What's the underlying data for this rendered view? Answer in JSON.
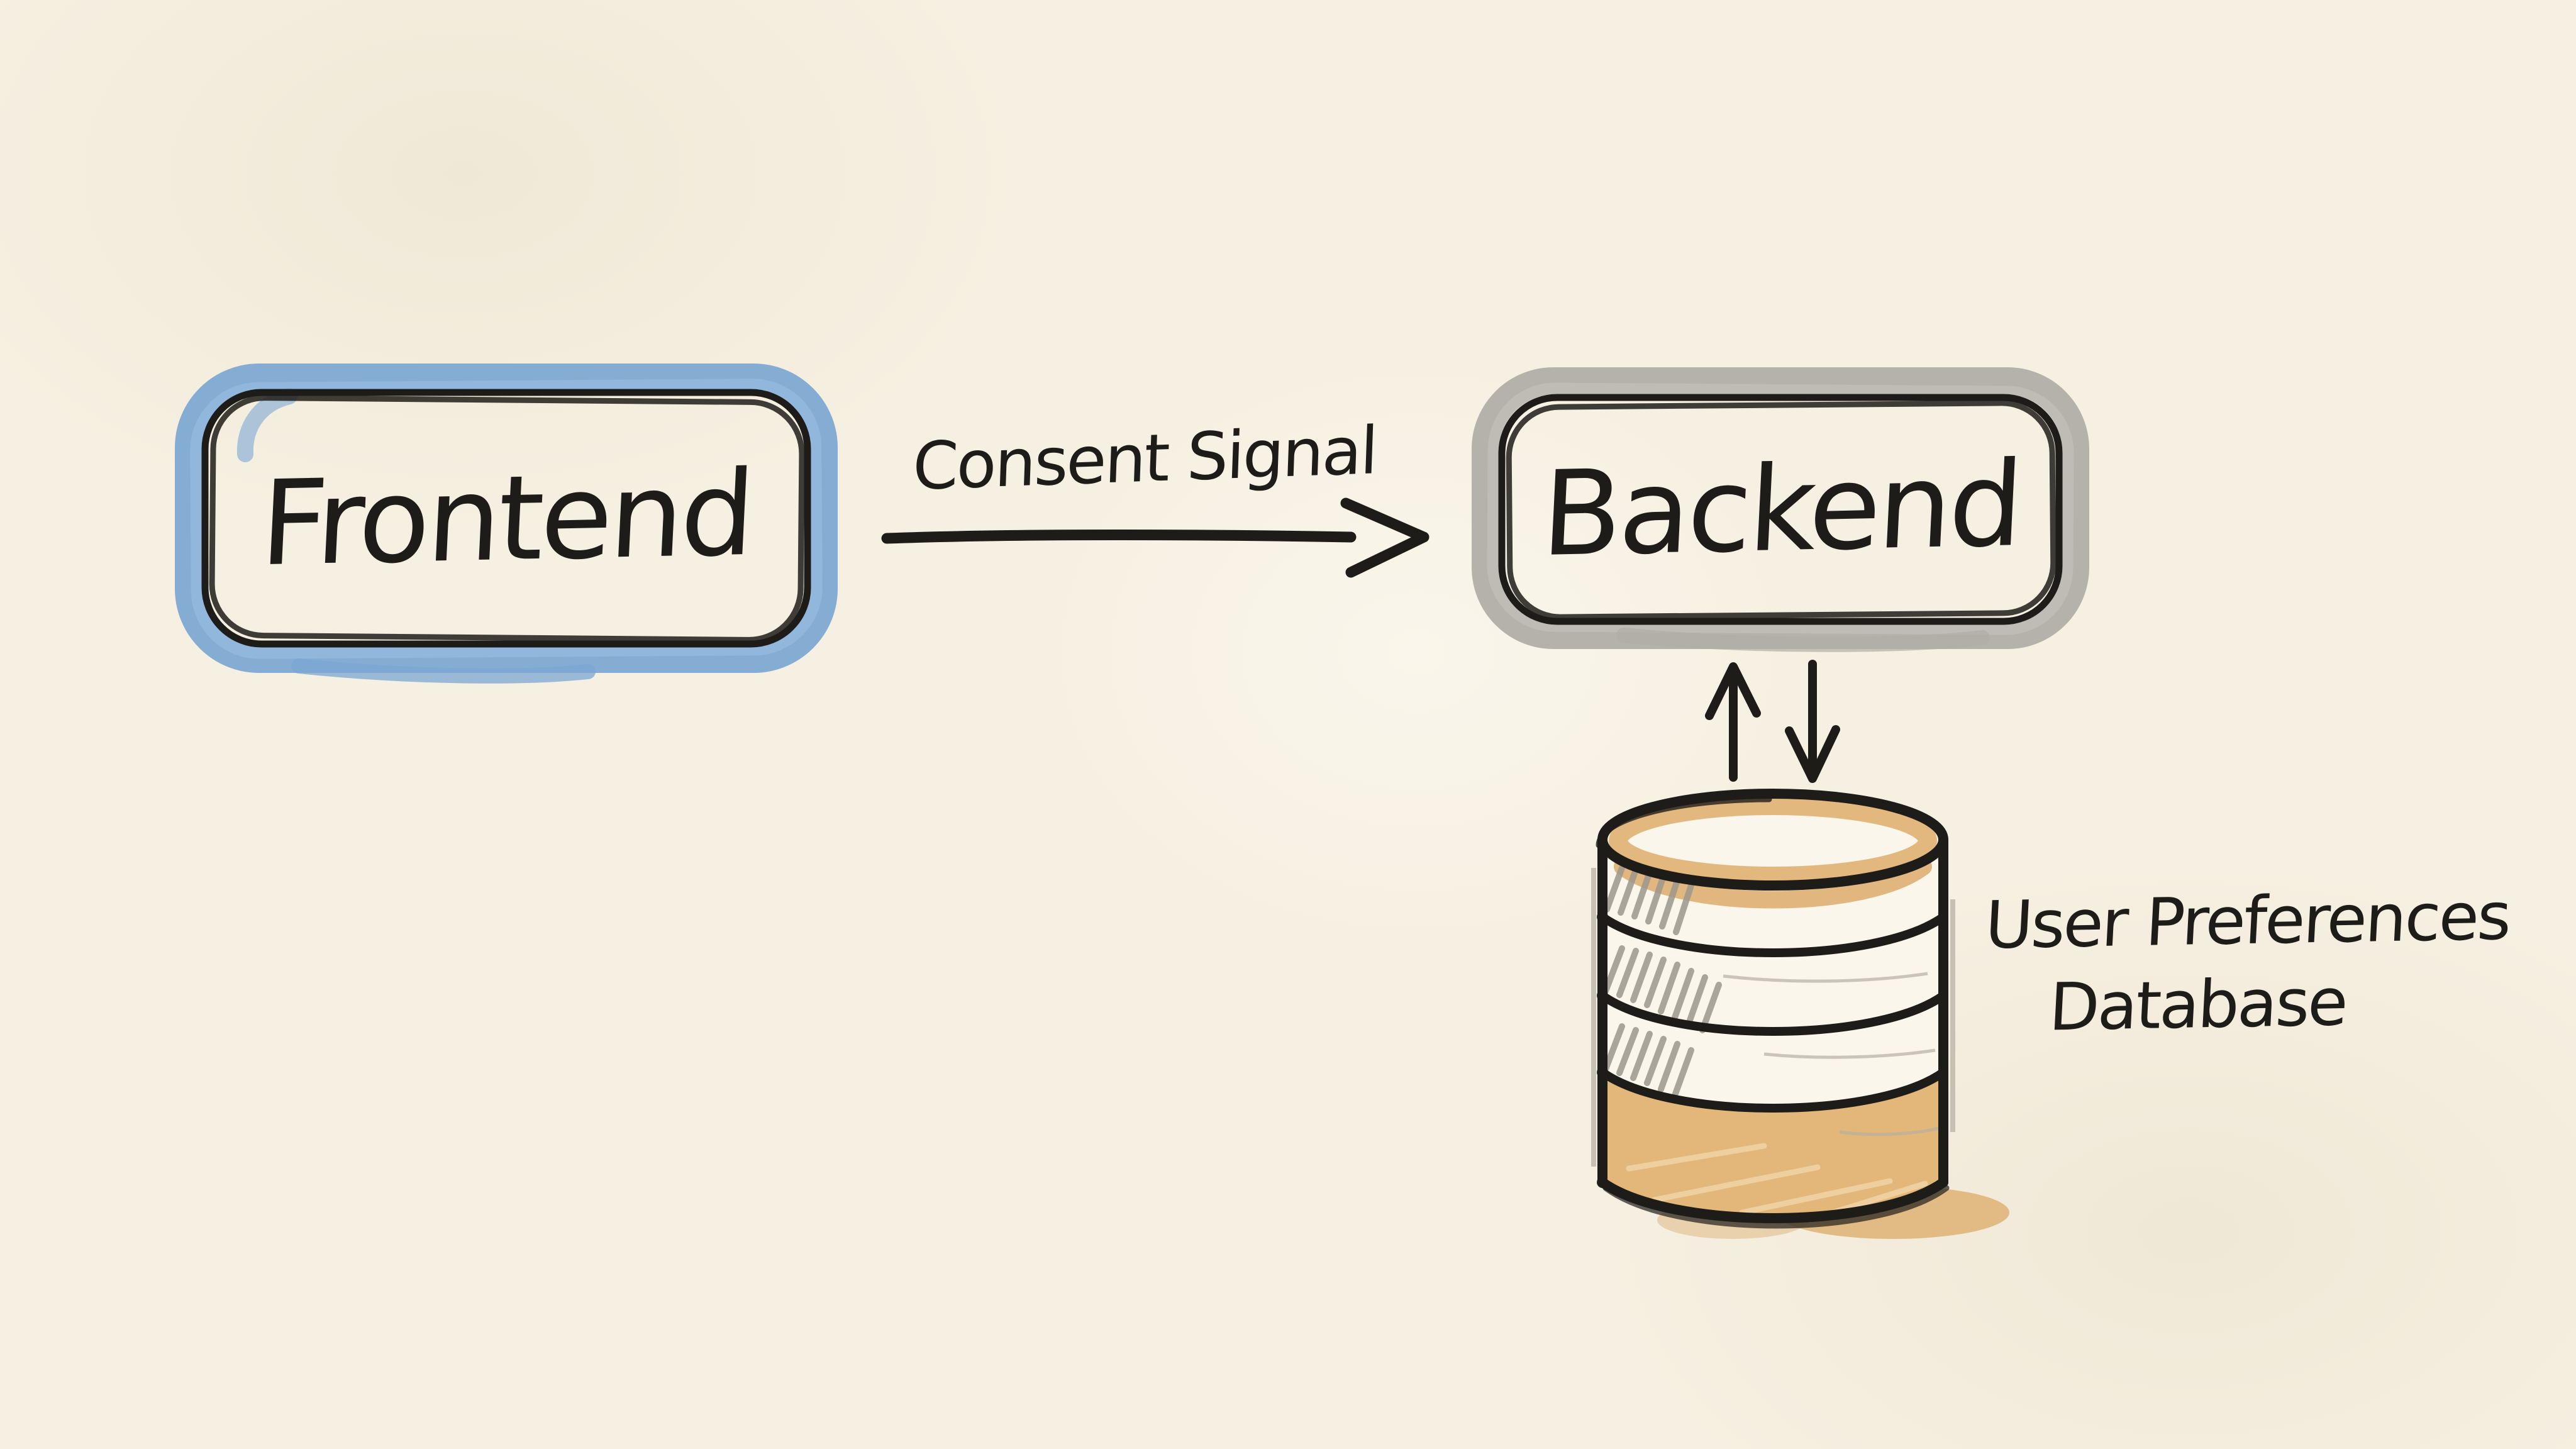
{
  "diagram": {
    "background_color": "#f6f0e2",
    "ink_color": "#1e1c19",
    "nodes": {
      "frontend": {
        "label": "Frontend",
        "accent_color": "#7ba7d3"
      },
      "backend": {
        "label": "Backend",
        "accent_color": "#b1aea8"
      }
    },
    "edges": {
      "consent_signal": {
        "label": "Consent Signal",
        "from": "Frontend",
        "to": "Backend",
        "direction": "left-to-right"
      },
      "backend_database": {
        "from": "Backend",
        "to": "User Preferences Database",
        "direction": "bidirectional"
      }
    },
    "database": {
      "label_line1": "User Preferences",
      "label_line2": "Database",
      "fill_color": "#e3b77a",
      "rim_color": "#deb073",
      "hatch_color": "#9d978d",
      "body_color": "#faf6ec"
    }
  }
}
